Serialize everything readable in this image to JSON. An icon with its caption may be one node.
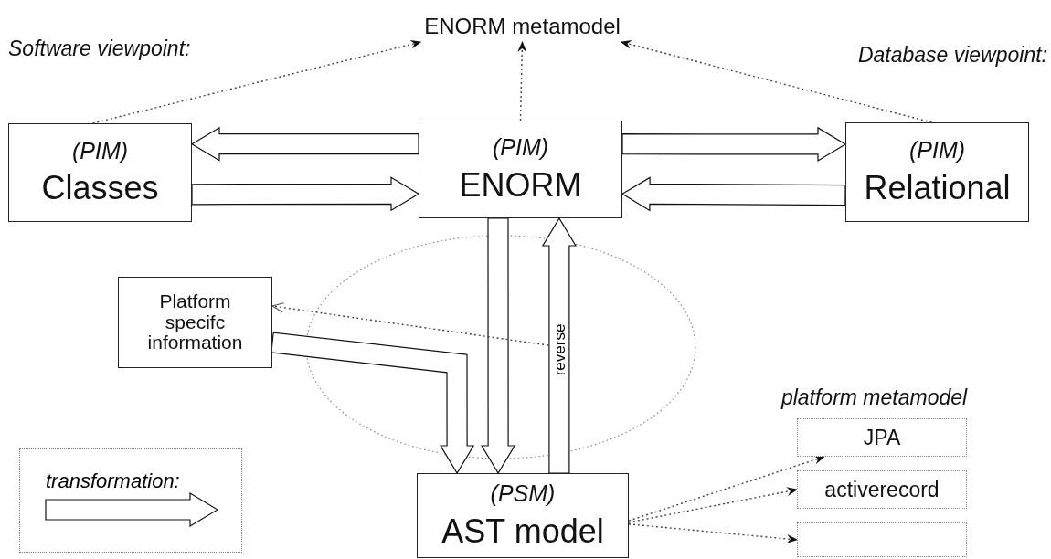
{
  "diagram": {
    "nodes": [
      {
        "text": [
          "ENORM metamodel"
        ]
      },
      {
        "text": [
          "(PIM)",
          "Classes"
        ]
      },
      {
        "text": [
          "(PIM)",
          "ENORM"
        ]
      },
      {
        "text": [
          "(PIM)",
          "Relational"
        ]
      },
      {
        "text": [
          "Platform specifc information"
        ]
      },
      {
        "text": [
          "(PSM)",
          "AST model"
        ]
      },
      {
        "text": [
          "JPA"
        ]
      },
      {
        "text": [
          "activerecord"
        ]
      },
      {
        "text": [],
        "shape": "box"
      }
    ],
    "edges": [
      {
        "from": 1,
        "to": 0,
        "arrow": "to",
        "style": "dashed"
      },
      {
        "from": 2,
        "to": 0,
        "arrow": "to",
        "style": "dashed"
      },
      {
        "from": 3,
        "to": 0,
        "arrow": "to",
        "style": "dashed"
      },
      {
        "from": 2,
        "to": 1,
        "arrow": "to",
        "style": "thick"
      },
      {
        "from": 1,
        "to": 2,
        "arrow": "to",
        "style": "thick"
      },
      {
        "from": 2,
        "to": 3,
        "arrow": "to",
        "style": "thick"
      },
      {
        "from": 3,
        "to": 2,
        "arrow": "to",
        "style": "thick"
      },
      {
        "from": 2,
        "to": 5,
        "arrow": "to",
        "style": "thick"
      },
      {
        "from": 5,
        "to": 2,
        "arrow": "to",
        "style": "thick",
        "label": "reverse"
      },
      {
        "from": 4,
        "to": 5,
        "arrow": "to",
        "style": "thick"
      },
      {
        "from": null,
        "to": 4,
        "arrow": "to",
        "style": "dashed"
      },
      {
        "from": 5,
        "to": 6,
        "arrow": "to",
        "style": "dashed"
      },
      {
        "from": 5,
        "to": 7,
        "arrow": "to",
        "style": "dashed"
      },
      {
        "from": 5,
        "to": 8,
        "arrow": "to",
        "style": "dashed"
      }
    ],
    "labels": [
      "Software viewpoint:",
      "Database viewpoint:",
      "platform metamodel"
    ],
    "legend": [
      {
        "text": "transformation:"
      }
    ]
  }
}
